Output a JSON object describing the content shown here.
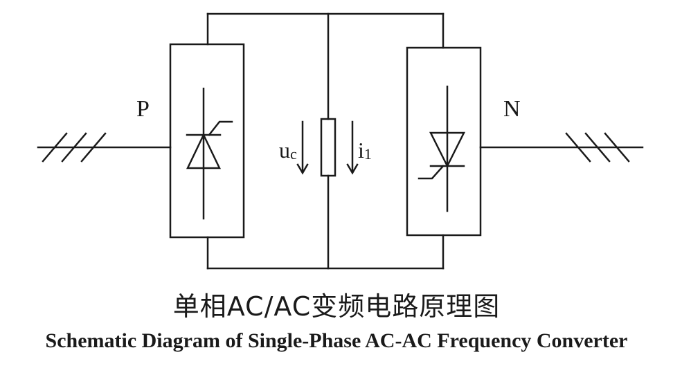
{
  "labels": {
    "p_converter": "P",
    "n_converter": "N",
    "voltage_main": "u",
    "voltage_sub": "c",
    "current_main": "i",
    "current_sub": "1"
  },
  "captions": {
    "chinese": "单相AC/AC变频电路原理图",
    "english": "Schematic Diagram of Single-Phase AC-AC Frequency Converter"
  },
  "colors": {
    "line": "#1a1a1a",
    "background": "#ffffff"
  }
}
